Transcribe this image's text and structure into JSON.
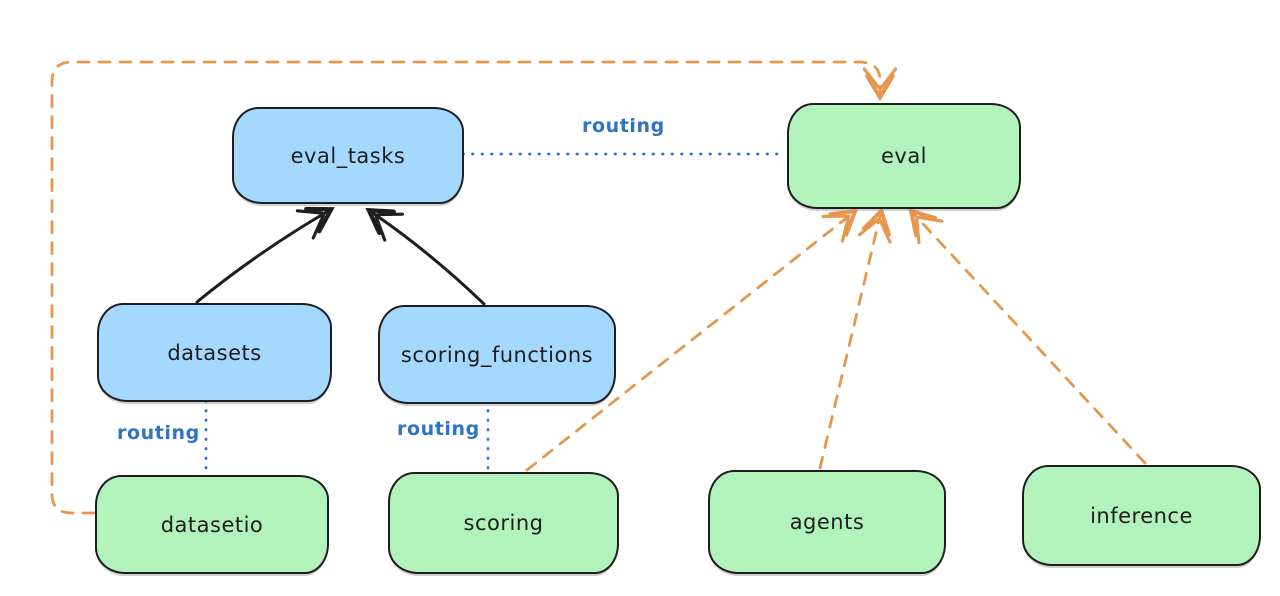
{
  "diagram": {
    "type": "flow-diagram",
    "style": "hand-drawn (excalidraw-like)",
    "nodes": {
      "eval_tasks": "eval_tasks",
      "eval": "eval",
      "datasets": "datasets",
      "scoring_functions": "scoring_functions",
      "datasetio": "datasetio",
      "scoring": "scoring",
      "agents": "agents",
      "inference": "inference"
    },
    "node_fills": {
      "eval_tasks": "blue",
      "datasets": "blue",
      "scoring_functions": "blue",
      "eval": "green",
      "datasetio": "green",
      "scoring": "green",
      "agents": "green",
      "inference": "green"
    },
    "edge_labels": {
      "eval_tasks_eval": "routing",
      "datasets_datasetio": "routing",
      "scoring_functions_scoring": "routing"
    },
    "edges": [
      {
        "from": "datasets",
        "to": "eval_tasks",
        "style": "solid",
        "color": "black",
        "arrowhead": "end"
      },
      {
        "from": "scoring_functions",
        "to": "eval_tasks",
        "style": "solid",
        "color": "black",
        "arrowhead": "end"
      },
      {
        "from": "eval_tasks",
        "to": "eval",
        "style": "dotted",
        "color": "blue",
        "label": "routing",
        "arrowhead": "none"
      },
      {
        "from": "datasets",
        "to": "datasetio",
        "style": "dotted",
        "color": "blue",
        "label": "routing",
        "arrowhead": "none"
      },
      {
        "from": "scoring_functions",
        "to": "scoring",
        "style": "dotted",
        "color": "blue",
        "label": "routing",
        "arrowhead": "none"
      },
      {
        "from": "datasetio",
        "to": "eval",
        "style": "dashed",
        "color": "orange",
        "arrowhead": "end",
        "route": "around-left-and-top"
      },
      {
        "from": "scoring",
        "to": "eval",
        "style": "dashed",
        "color": "orange",
        "arrowhead": "end"
      },
      {
        "from": "agents",
        "to": "eval",
        "style": "dashed",
        "color": "orange",
        "arrowhead": "end"
      },
      {
        "from": "inference",
        "to": "eval",
        "style": "dashed",
        "color": "orange",
        "arrowhead": "end"
      }
    ],
    "colors": {
      "background": "#ffffff",
      "node_stroke": "#1e1e1e",
      "blue_fill": "#a5d8ff",
      "green_fill": "#b2f2bb",
      "routing_blue": "#2f74c4",
      "orange_dashed": "#e8964d",
      "black_arrow": "#1e1e1e"
    }
  }
}
